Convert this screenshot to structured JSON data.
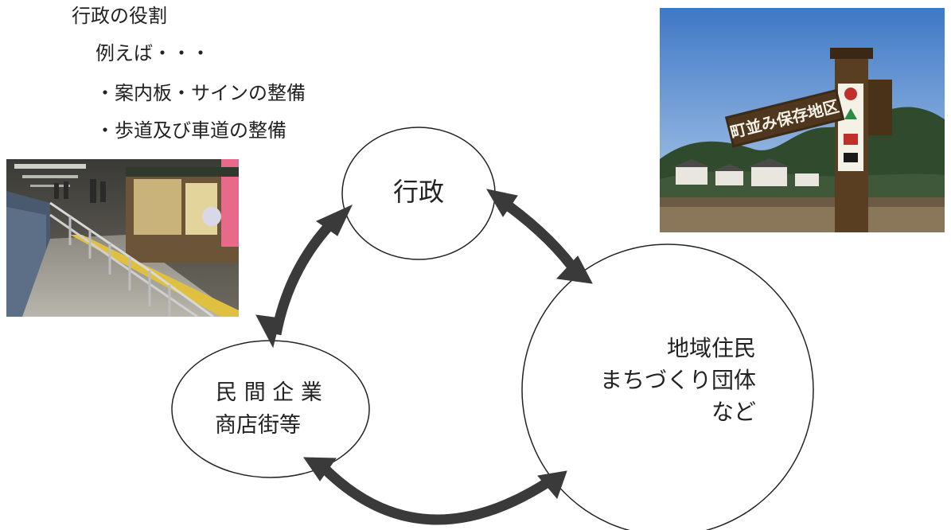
{
  "intro": {
    "heading": "行政の役割",
    "example": "例えば・・・",
    "items": [
      "・案内板・サインの整備",
      "・歩道及び車道の整備"
    ]
  },
  "nodes": {
    "gov": {
      "label": "行政"
    },
    "private": {
      "line1": "民 間 企 業",
      "line2": "商店街等"
    },
    "residents": {
      "line1": "地域住民",
      "line2": "まちづくり団体",
      "line3": "など"
    }
  },
  "photos": {
    "sign_text": "町並み保存地区"
  }
}
